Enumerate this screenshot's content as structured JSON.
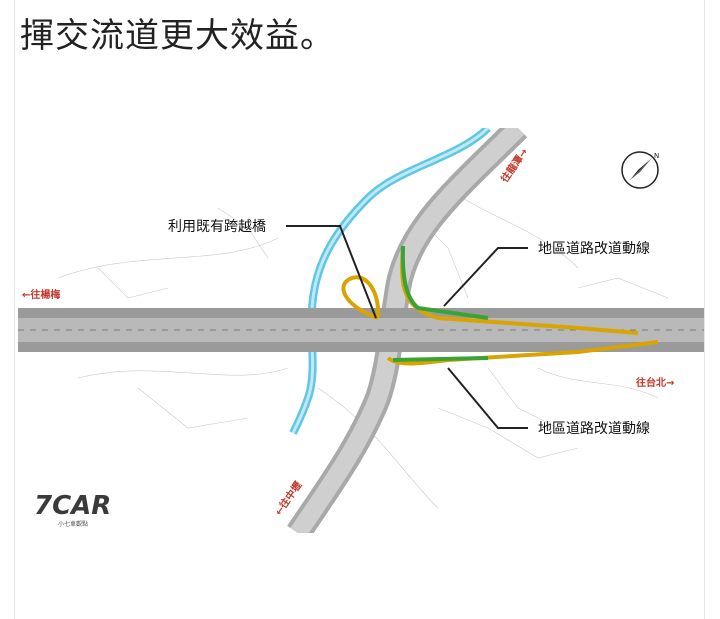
{
  "caption": "揮交流道更大效益。",
  "map": {
    "labels": {
      "bridge": "利用既有跨越橋",
      "local_road_top": "地區道路改道動線",
      "local_road_bottom": "地區道路改道動線",
      "to_yangmei": "←往楊梅",
      "to_taipei": "往台北→",
      "to_longtan": "往龍潭→",
      "to_zhongli": "←往中壢"
    },
    "logo": {
      "text": "7CAR",
      "sub": "小七車觀點"
    },
    "compass_icon": "north-arrow-icon",
    "colors": {
      "highway": "#9a9a9a",
      "ramp_yellow": "#d9a400",
      "ramp_green": "#3aa335",
      "river": "#5fc6e3"
    }
  }
}
